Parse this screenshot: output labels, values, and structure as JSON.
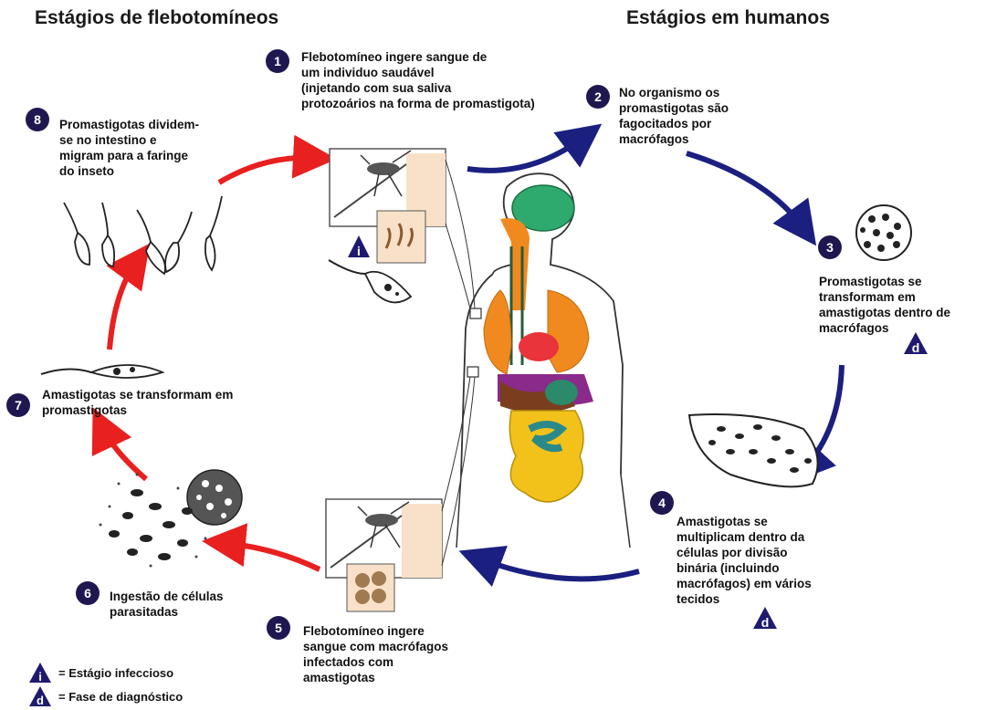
{
  "titles": {
    "sandfly": "Estágios de flebotomíneos",
    "human": "Estágios em humanos"
  },
  "steps": [
    {
      "number": "1",
      "lines": [
        "Flebotomíneo ingere sangue de",
        "um individuo saudável",
        "(injetando com sua saliva",
        "protozoários na forma de promastigota)"
      ]
    },
    {
      "number": "2",
      "lines": [
        "No organismo os",
        "promastigotas são",
        "fagocitados por",
        "macrófagos"
      ]
    },
    {
      "number": "3",
      "lines": [
        "Promastigotas se",
        "transformam em",
        "amastigotas dentro de",
        "macrófagos"
      ]
    },
    {
      "number": "4",
      "lines": [
        "Amastigotas se",
        "multiplicam dentro da",
        "células por divisão",
        "binária (incluindo",
        "macrófagos) em vários",
        "tecidos"
      ]
    },
    {
      "number": "5",
      "lines": [
        "Flebotomíneo ingere",
        "sangue com macrófagos",
        "infectados com",
        "amastigotas"
      ]
    },
    {
      "number": "6",
      "lines": [
        "Ingestão de células",
        "parasitadas"
      ]
    },
    {
      "number": "7",
      "lines": [
        "Amastigotas se transformam em",
        "promastigotas"
      ]
    },
    {
      "number": "8",
      "lines": [
        "Promastigotas dividem-",
        "se no intestino e",
        "migram para a faringe",
        "do inseto"
      ]
    }
  ],
  "badges": {
    "infective": "i",
    "diagnostic": "d"
  },
  "legend": [
    {
      "symbol": "i",
      "label": "= Estágio infeccioso"
    },
    {
      "symbol": "d",
      "label": "= Fase de diagnóstico"
    }
  ],
  "colors": {
    "sandfly_arrow": "#e8201f",
    "human_arrow": "#1a1f80",
    "number_badge": "#1f1850",
    "brain": "#2faa6e",
    "lungs": "#f08a1e",
    "heart": "#e8343a",
    "liver": "#7a3e1e",
    "stomach": "#2a8a6a",
    "intestine": "#f2c21a",
    "kidney_band": "#8a2a8a"
  }
}
